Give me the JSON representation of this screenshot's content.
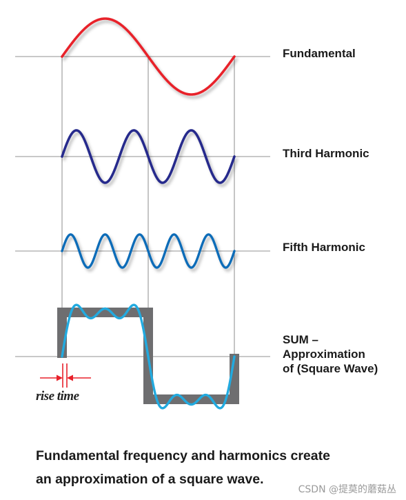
{
  "labels": {
    "fundamental": "Fundamental",
    "third": "Third Harmonic",
    "fifth": "Fifth Harmonic",
    "sum_line1": "SUM –",
    "sum_line2": "Approximation",
    "sum_line3": "of (Square Wave)",
    "rise_time": "rise time"
  },
  "caption": {
    "line1": "Fundamental frequency and harmonics create",
    "line2": "an approximation of a square wave."
  },
  "watermark": "CSDN @提莫的蘑菇丛",
  "colors": {
    "fundamental": "#e8202a",
    "third": "#262a8c",
    "fifth": "#0c6cb8",
    "sum": "#22aadf",
    "square": "#6e6e70",
    "axis": "#a6a6a6",
    "arrow": "#e8202a"
  },
  "waves": {
    "fundamental_harmonic": 1,
    "third_harmonic": 3,
    "fifth_harmonic": 5
  }
}
